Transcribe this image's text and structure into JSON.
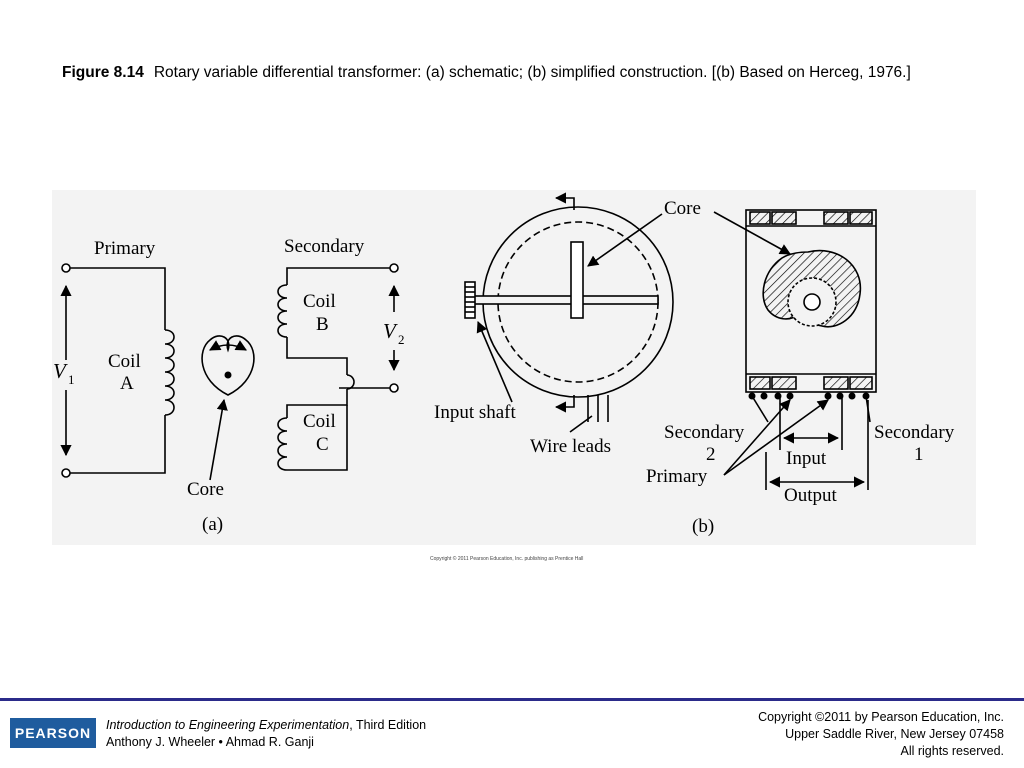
{
  "caption": {
    "label": "Figure 8.14",
    "text": "Rotary variable differential transformer: (a) schematic; (b) simplified construction. [(b) Based on Herceg, 1976.]"
  },
  "diagram_a": {
    "primary": "Primary",
    "secondary": "Secondary",
    "coil_a_line1": "Coil",
    "coil_a_line2": "A",
    "coil_b_line1": "Coil",
    "coil_b_line2": "B",
    "coil_c_line1": "Coil",
    "coil_c_line2": "C",
    "v1": "V",
    "v1_sub": "1",
    "v2": "V",
    "v2_sub": "2",
    "core": "Core",
    "label": "(a)"
  },
  "diagram_b": {
    "core": "Core",
    "input_shaft": "Input shaft",
    "wire_leads": "Wire leads",
    "secondary2_line1": "Secondary",
    "secondary2_line2": "2",
    "secondary1_line1": "Secondary",
    "secondary1_line2": "1",
    "primary": "Primary",
    "input": "Input",
    "output": "Output",
    "label": "(b)"
  },
  "figure_copyright": "Copyright © 2011 Pearson Education, Inc. publishing as Prentice Hall",
  "footer": {
    "logo": "PEARSON",
    "book_title": "Introduction to Engineering Experimentation",
    "book_edition": ", Third Edition",
    "authors": "Anthony J. Wheeler • Ahmad R. Ganji",
    "copyright_line1": "Copyright ©2011 by Pearson Education, Inc.",
    "copyright_line2": "Upper Saddle River, New Jersey 07458",
    "copyright_line3": "All rights reserved."
  },
  "colors": {
    "footer_rule": "#2b2b8a",
    "logo_bg": "#1f5c9e",
    "figure_bg": "#f3f3f3"
  }
}
